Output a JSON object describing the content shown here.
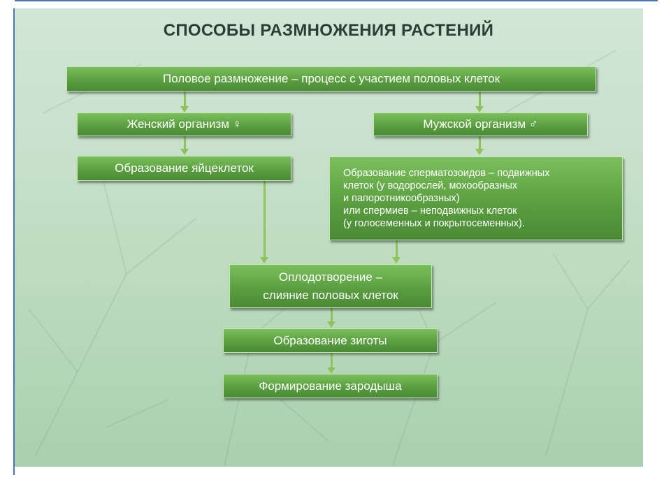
{
  "title": "СПОСОБЫ РАЗМНОЖЕНИЯ РАСТЕНИЙ",
  "nodes": {
    "sexual": "Половое размножение – процесс с участием половых клеток",
    "female": "Женский организм ♀",
    "male": "Мужской организм ♂",
    "eggs": "Образование яйцеклеток",
    "sperm_lines": [
      "Образование сперматозоидов – подвижных",
      "клеток (у водорослей, мохообразных",
      "и папоротникообразных)",
      "или спермиев – неподвижных клеток",
      "(у голосеменных и покрытосеменных)."
    ],
    "fertilization_lines": [
      "Оплодотворение –",
      "слияние половых клеток"
    ],
    "zygote": "Образование зиготы",
    "embryo": "Формирование зародыша"
  },
  "colors": {
    "box_green": "#5a9f40",
    "arrow_green": "#8fc35a",
    "title_text": "#2e3e35",
    "slide_border": "#4a76b8"
  }
}
